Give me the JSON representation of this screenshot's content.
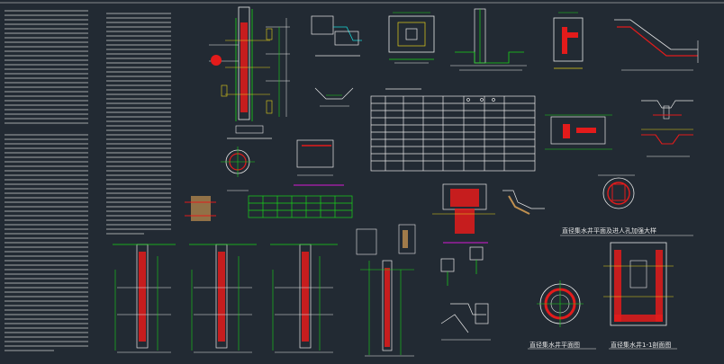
{
  "app": {
    "title": ""
  },
  "colors": {
    "background": "#222a33",
    "line_white": "#e8e8e8",
    "line_green": "#19d619",
    "line_red": "#e31b1b",
    "line_yellow": "#e6d21a",
    "line_cyan": "#19d6d6",
    "line_magenta": "#d619d6"
  },
  "labels": {
    "manhole_section_caption": "直径集水井平面及进人孔加强大样",
    "plan_caption": "直径集水井平面图",
    "section_caption": "直径集水井1-1剖面图"
  }
}
